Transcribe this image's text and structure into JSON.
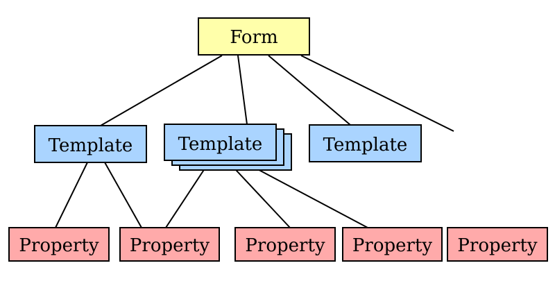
{
  "colors": {
    "form": "#ffffaa",
    "template": "#aad4ff",
    "property": "#ffaaaa",
    "stroke": "#000000",
    "background": "#ffffff"
  },
  "nodes": {
    "form": {
      "label": "Form"
    },
    "template_1": {
      "label": "Template"
    },
    "template_2": {
      "label": "Template"
    },
    "template_3": {
      "label": "Template"
    },
    "property_1": {
      "label": "Property"
    },
    "property_2": {
      "label": "Property"
    },
    "property_3": {
      "label": "Property"
    },
    "property_4": {
      "label": "Property"
    },
    "property_5": {
      "label": "Property"
    }
  }
}
